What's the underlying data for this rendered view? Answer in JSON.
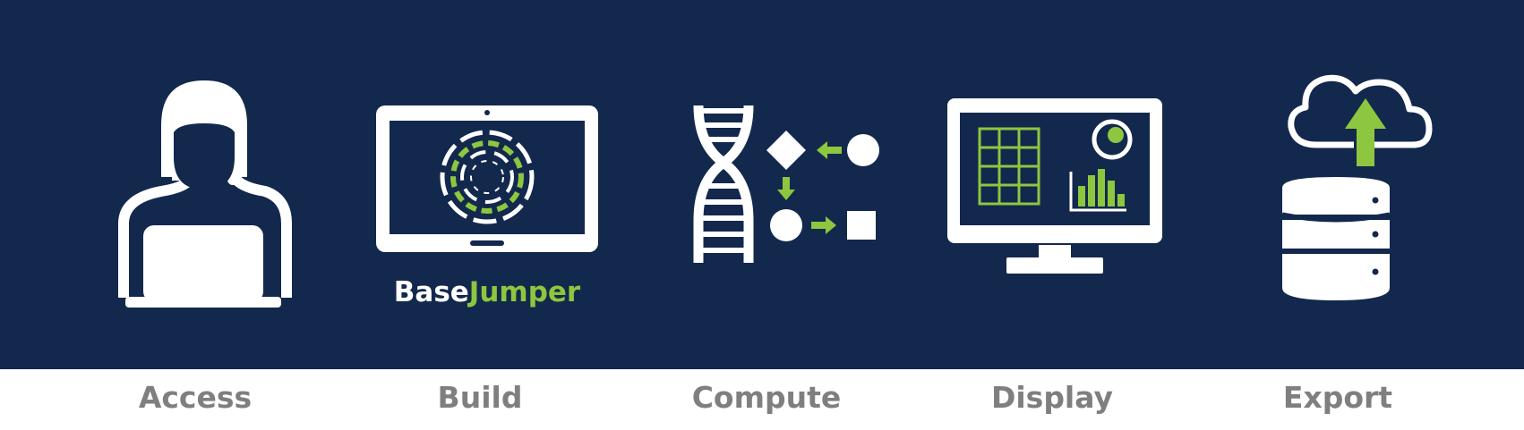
{
  "brand": {
    "part1": "Base",
    "part2": "Jumper"
  },
  "steps": [
    {
      "label": "Access",
      "icon": "user-laptop-icon"
    },
    {
      "label": "Build",
      "icon": "tablet-app-icon"
    },
    {
      "label": "Compute",
      "icon": "dna-workflow-icon"
    },
    {
      "label": "Display",
      "icon": "monitor-dashboard-icon"
    },
    {
      "label": "Export",
      "icon": "cloud-database-icon"
    }
  ],
  "colors": {
    "background": "#13284d",
    "accent": "#8dc63f",
    "icon": "#ffffff",
    "label": "#7f7f7f"
  }
}
